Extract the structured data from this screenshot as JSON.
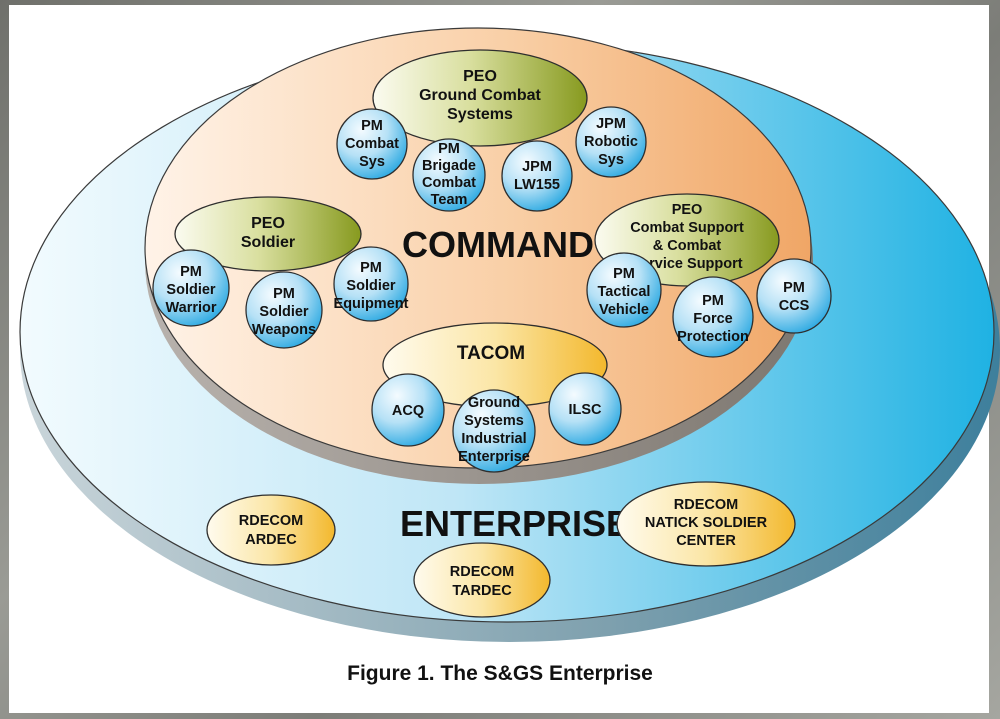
{
  "diagram": {
    "outer": {
      "label": "ENTERPRISE"
    },
    "inner": {
      "label": "COMMAND"
    },
    "groups": [
      {
        "id": "peo-gcs",
        "header": [
          "PEO",
          "Ground Combat",
          "Systems"
        ],
        "members": [
          [
            "PM",
            "Combat",
            "Sys"
          ],
          [
            "PM",
            "Brigade",
            "Combat",
            "Team"
          ],
          [
            "JPM",
            "LW155"
          ],
          [
            "JPM",
            "Robotic",
            "Sys"
          ]
        ]
      },
      {
        "id": "peo-soldier",
        "header": [
          "PEO",
          "Soldier"
        ],
        "members": [
          [
            "PM",
            "Soldier",
            "Warrior"
          ],
          [
            "PM",
            "Soldier",
            "Weapons"
          ],
          [
            "PM",
            "Soldier",
            "Equipment"
          ]
        ]
      },
      {
        "id": "peo-cscss",
        "header": [
          "PEO",
          "Combat Support",
          "& Combat",
          "Service Support"
        ],
        "members": [
          [
            "PM",
            "Tactical",
            "Vehicle"
          ],
          [
            "PM",
            "Force",
            "Protection"
          ],
          [
            "PM",
            "CCS"
          ]
        ]
      },
      {
        "id": "tacom",
        "header": [
          "TACOM"
        ],
        "members": [
          [
            "ACQ"
          ],
          [
            "Ground",
            "Systems",
            "Industrial",
            "Enterprise"
          ],
          [
            "ILSC"
          ]
        ]
      }
    ],
    "rdecom": [
      [
        "RDECOM",
        "ARDEC"
      ],
      [
        "RDECOM",
        "TARDEC"
      ],
      [
        "RDECOM",
        "NATICK SOLDIER",
        "CENTER"
      ]
    ]
  },
  "caption": "Figure 1. The S&GS Enterprise",
  "colors": {
    "outer_fill": "#29b7e4",
    "command_fill": "#f3b37c",
    "peo_fill": "#8fa22a",
    "circle_fill": "#3fb3e6",
    "yellow_fill": "#f6c54a"
  }
}
